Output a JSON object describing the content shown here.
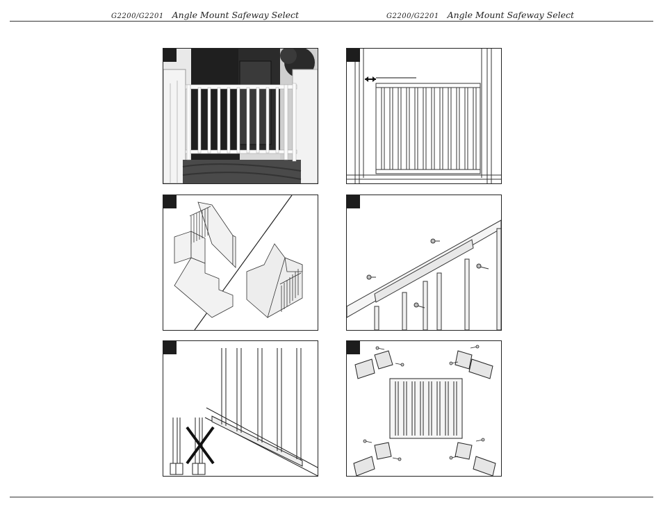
{
  "header": {
    "left": {
      "model": "G2200/G2201",
      "product_name": "Angle Mount Safeway Select"
    },
    "right": {
      "model": "G2200/G2201",
      "product_name": "Angle Mount Safeway Select"
    }
  },
  "figures": [
    {
      "id": "step-1",
      "description_icon": "photo-installed-gate"
    },
    {
      "id": "step-2",
      "description_icon": "gate-between-walls-diagram"
    },
    {
      "id": "step-3",
      "description_icon": "stair-top-vs-bottom-diagram"
    },
    {
      "id": "step-4",
      "description_icon": "angled-mount-screws-diagram"
    },
    {
      "id": "step-5",
      "description_icon": "bar-orientation-diagram"
    },
    {
      "id": "step-6",
      "description_icon": "mounting-brackets-diagram"
    }
  ],
  "colors": {
    "ink": "#222222",
    "badge": "#1d1d1d",
    "photo_dark": "#2b2b2b"
  }
}
